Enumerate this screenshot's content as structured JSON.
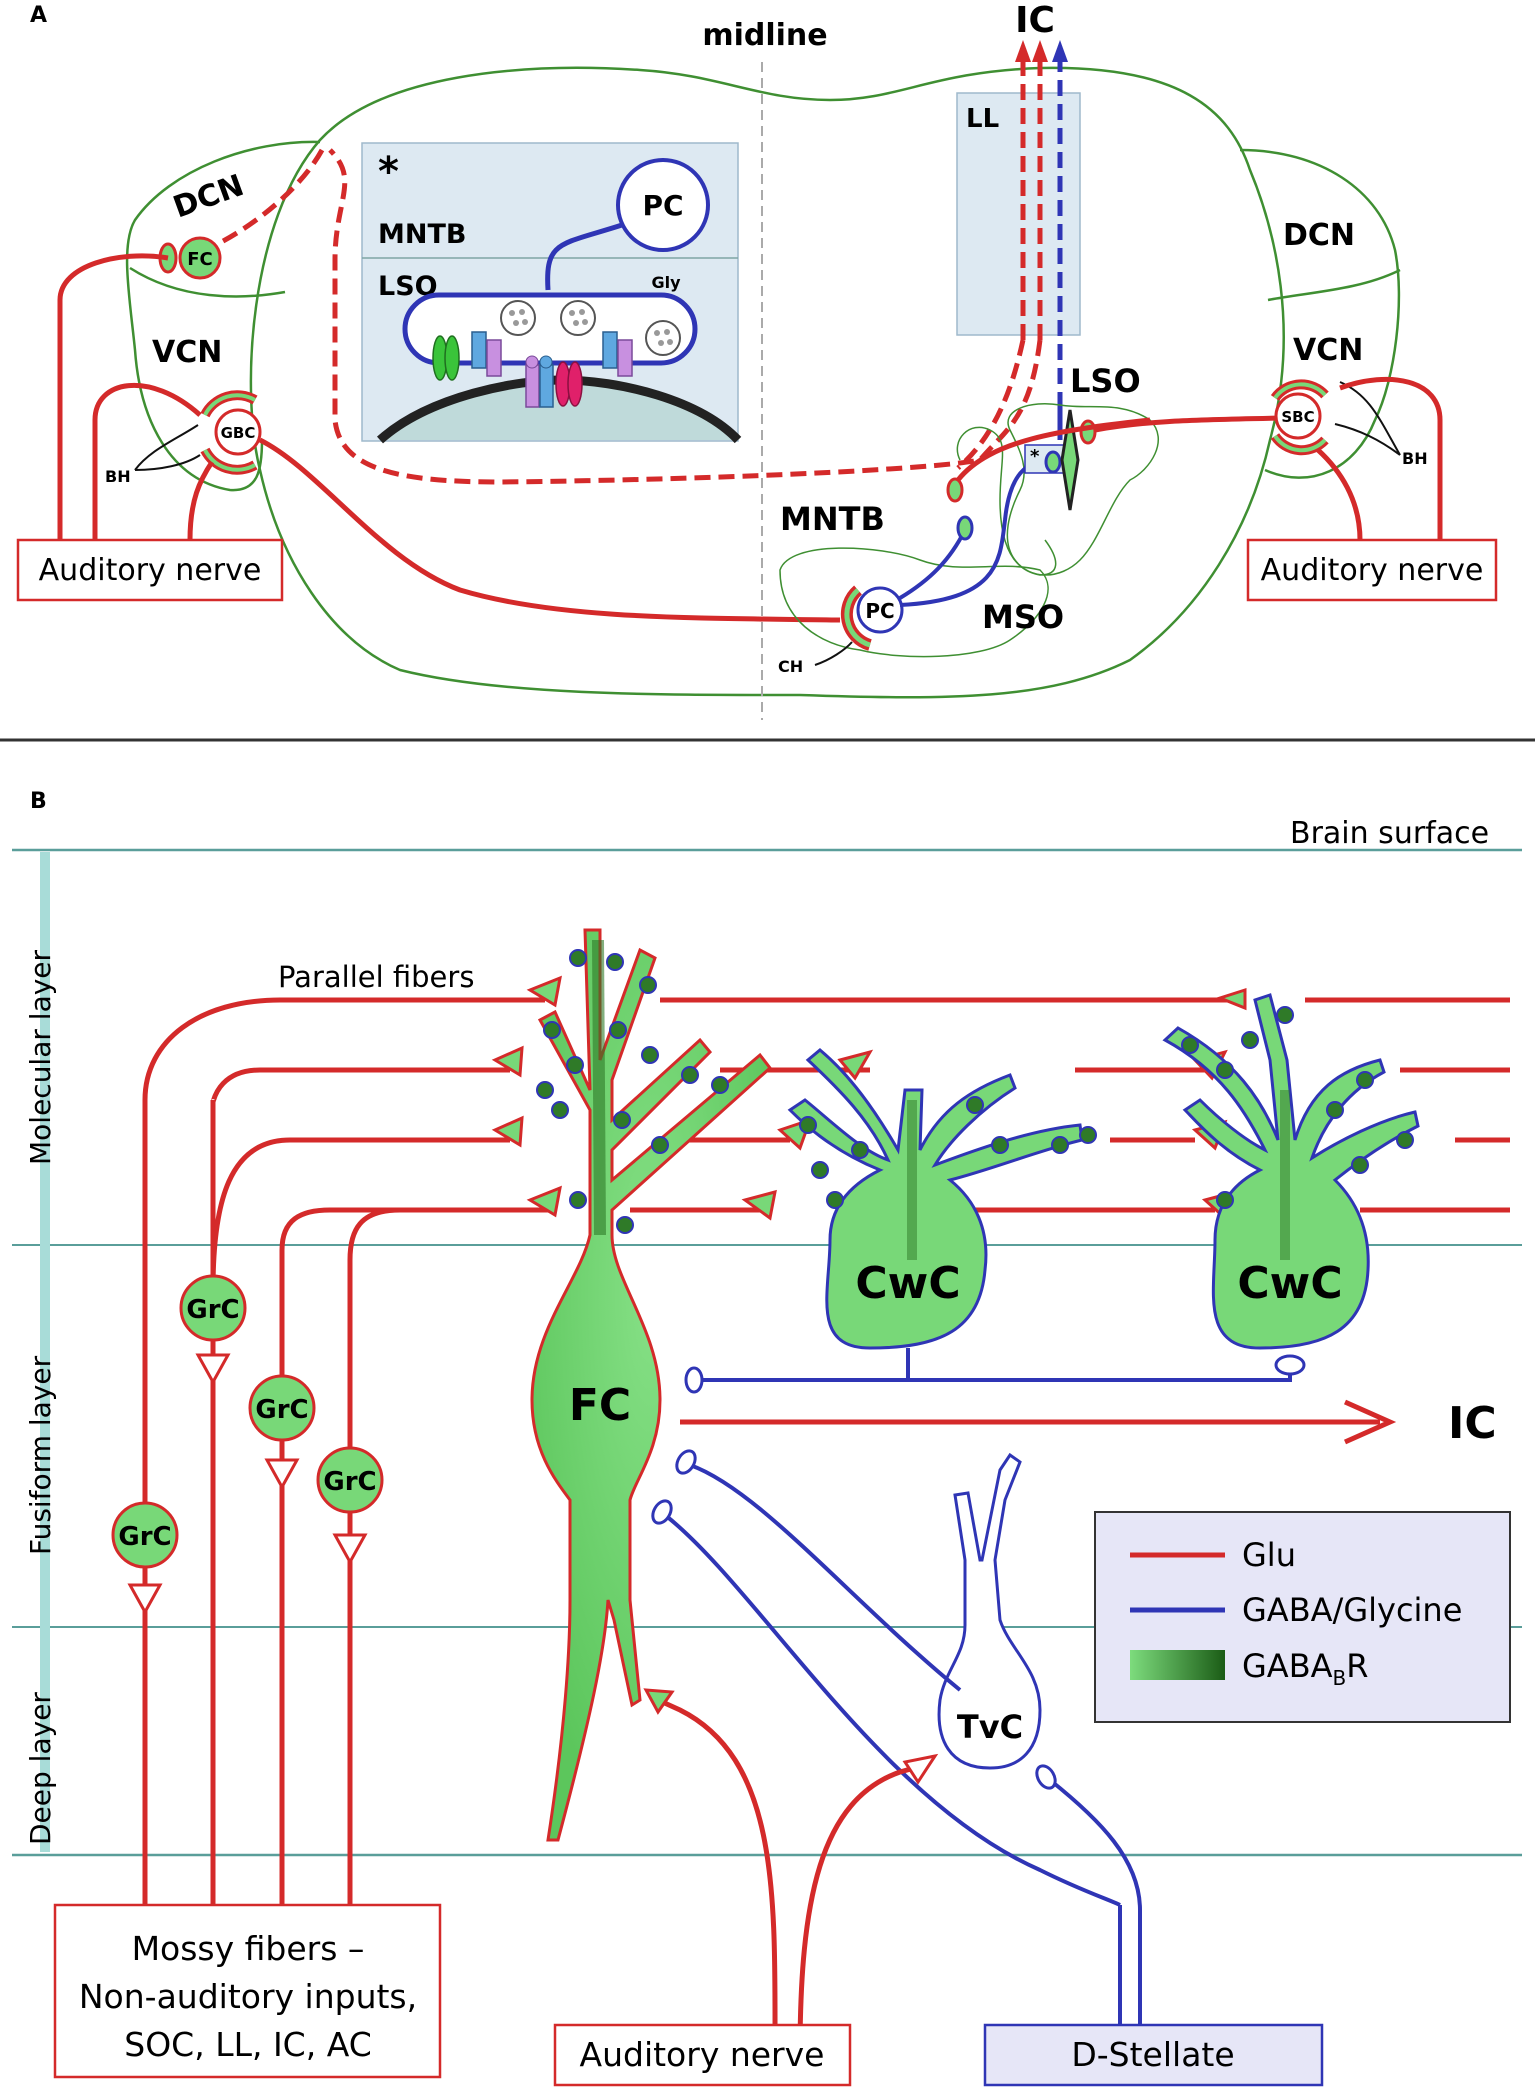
{
  "colors": {
    "glu": "#d42a2a",
    "gaba": "#2f35b5",
    "green_outline": "#3f8f32",
    "green_fill": "#78d878",
    "dark_green": "#2f7a28",
    "teal": "#5a9e9a",
    "panel_bg": "#dde9f2"
  },
  "panel_a": {
    "letter": "A",
    "midline": "midline",
    "ic": "IC",
    "ll": "LL",
    "inset_star": "*",
    "inset_mntb": "MNTB",
    "inset_pc": "PC",
    "inset_lso": "LSO",
    "inset_gly": "Gly",
    "left": {
      "dcn": "DCN",
      "fc": "FC",
      "vcn": "VCN",
      "gbc": "GBC",
      "bh": "BH",
      "nerve": "Auditory nerve"
    },
    "right": {
      "dcn": "DCN",
      "vcn": "VCN",
      "sbc": "SBC",
      "bh": "BH",
      "lso": "LSO",
      "nerve": "Auditory nerve"
    },
    "mntb": "MNTB",
    "pc": "PC",
    "ch": "CH",
    "mso": "MSO",
    "small_star": "*"
  },
  "panel_b": {
    "letter": "B",
    "brain_surface": "Brain surface",
    "molecular_layer": "Molecular layer",
    "fusiform_layer": "Fusiform layer",
    "deep_layer": "Deep layer",
    "parallel_fibers": "Parallel fibers",
    "grc": "GrC",
    "fc": "FC",
    "cwc": "CwC",
    "tvc": "TvC",
    "ic": "IC",
    "mossy_lines": [
      "Mossy fibers –",
      "Non-auditory inputs,",
      "SOC, LL, IC, AC"
    ],
    "auditory_nerve": "Auditory nerve",
    "d_stellate": "D-Stellate",
    "legend": {
      "glu": "Glu",
      "gaba": "GABA/Glycine",
      "gabab_main": "GABA",
      "gabab_sub": "B",
      "gabab_tail": "R"
    }
  }
}
